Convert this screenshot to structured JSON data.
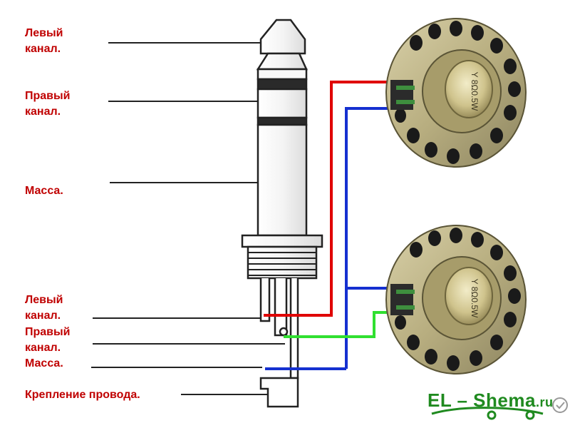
{
  "labels": {
    "left_channel_tip": [
      "Левый",
      "канал."
    ],
    "right_channel_ring": [
      "Правый",
      "канал."
    ],
    "mass_sleeve": "Масса.",
    "left_channel_terminal": [
      "Левый",
      "канал."
    ],
    "right_channel_terminal": [
      "Правый",
      "канал."
    ],
    "mass_terminal": "Масса.",
    "wire_clamp": "Крепление провода."
  },
  "speakers": {
    "top_marking": "Y 8Ω0.5W",
    "bottom_marking": "Y 8Ω0.5W"
  },
  "watermark": {
    "text_main": "EL – Shema",
    "text_suffix": ".ru"
  },
  "colors": {
    "label_text": "#c00000",
    "wire_red": "#e00000",
    "wire_blue": "#1530d0",
    "wire_green": "#30e030",
    "watermark": "#1f8a1f"
  }
}
